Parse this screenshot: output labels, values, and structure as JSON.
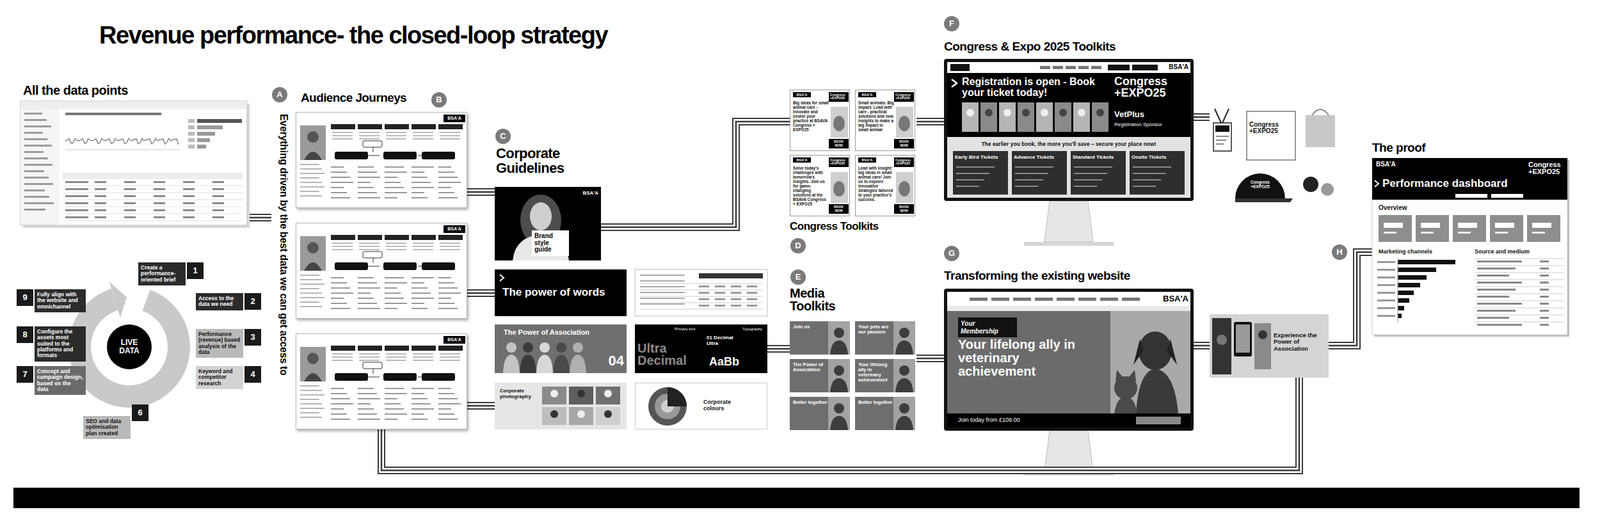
{
  "diagram": {
    "title": "Revenue performance- the closed-loop strategy",
    "nodes": [
      {
        "text": [
          "All the data points"
        ]
      },
      {
        "text": [
          "LIVE DATA"
        ]
      },
      {
        "text": [
          "1",
          "Create a performance-oriented brief"
        ]
      },
      {
        "text": [
          "2",
          "Access to the data we need"
        ]
      },
      {
        "text": [
          "3",
          "Performance (revenue) based analysis of the data"
        ]
      },
      {
        "text": [
          "4",
          "Keyword and competitor research"
        ]
      },
      {
        "text": [
          "6",
          "SEO and data optimisation plan created"
        ]
      },
      {
        "text": [
          "7",
          "Concept and campaign design, based on the data"
        ]
      },
      {
        "text": [
          "8",
          "Configure the assets most suited to the platforms and formats"
        ]
      },
      {
        "text": [
          "9",
          "Fully align with the website and omnichannel"
        ]
      },
      {
        "text": [
          "A"
        ]
      },
      {
        "text": [
          "Audience Journeys"
        ]
      },
      {
        "text": [
          "BSA'A"
        ],
        "in": 11
      },
      {
        "text": [
          "BSA'A"
        ],
        "in": 11
      },
      {
        "text": [
          "BSA'A"
        ],
        "in": 11
      },
      {
        "text": [
          "B"
        ]
      },
      {
        "text": [
          "C"
        ]
      },
      {
        "text": [
          "Corporate Guidelines"
        ]
      },
      {
        "text": [
          "BSA'A",
          "Brand style guide"
        ],
        "in": 17
      },
      {
        "text": [
          "The power of words"
        ],
        "in": 17
      },
      {
        "text": [
          "The Power of Association",
          "04"
        ],
        "in": 17
      },
      {
        "text": [
          "Primary font",
          "Typography",
          "01 Decimal Ultra",
          "Ultra Decimal",
          "AaBb"
        ],
        "in": 17
      },
      {
        "text": [
          "Corporate photography"
        ],
        "in": 17
      },
      {
        "text": [
          "Corporate colours"
        ],
        "in": 17
      },
      {
        "text": [
          "Congress Toolkits"
        ]
      },
      {
        "text": [
          "BSA'A",
          "Congress +EXPO25",
          "Big ideas for small animal care - innovate and evolve your practice at BSAVA Congress + EXPO25",
          "BOOK NOW"
        ],
        "in": 24
      },
      {
        "text": [
          "BSA'A",
          "Congress +EXPO25",
          "Small animals. Big impact. Lead with care - practical solutions and new insights to make a big impact in small animal",
          "BOOK NOW"
        ],
        "in": 24
      },
      {
        "text": [
          "BSA'A",
          "Congress +EXPO25",
          "Solve today's challenges with tomorrow's insights. Join us for game-changing solutions at the BSAVA Congress + EXPO25",
          "BOOK NOW"
        ],
        "in": 24
      },
      {
        "text": [
          "BSA'A",
          "Congress +EXPO25",
          "Lead with insight: big ideas in small animal care! Join us to explore innovative strategies tailored to your practice's success.",
          "BOOK NOW"
        ],
        "in": 24
      },
      {
        "text": [
          "D"
        ]
      },
      {
        "text": [
          "E"
        ]
      },
      {
        "text": [
          "Media Toolkits"
        ]
      },
      {
        "text": [
          "Join us"
        ],
        "in": 31
      },
      {
        "text": [
          "Your pets are our passion"
        ],
        "in": 31
      },
      {
        "text": [
          "The Power of Association"
        ],
        "in": 31
      },
      {
        "text": [
          "Your lifelong ally in veterinary achievement"
        ],
        "in": 31
      },
      {
        "text": [
          "Better together"
        ],
        "in": 31
      },
      {
        "text": [
          "Better together"
        ],
        "in": 31
      },
      {
        "text": [
          "F"
        ]
      },
      {
        "text": [
          "Congress & Expo 2025 Toolkits",
          "BSA'A",
          "Registration is open - Book your ticket today!",
          "Congress +EXPO25",
          "VetPlus",
          "Registration Sponsor",
          "The earlier you book, the more you'll save – secure your place now!",
          "Early Bird Tickets",
          "Advance Tickets",
          "Standard Tickets",
          "Onsite Tickets"
        ]
      },
      {
        "text": [
          "Congress +EXPO25",
          "Congress +EXPO25"
        ]
      },
      {
        "text": [
          "G"
        ]
      },
      {
        "text": [
          "Transforming the existing website",
          "BSA'A",
          "Your Membership",
          "Your lifelong ally in veterinary achievement",
          "Join today from £109.00"
        ]
      },
      {
        "text": [
          "Experience the Power of Association"
        ]
      },
      {
        "text": [
          "H"
        ]
      },
      {
        "text": [
          "The proof",
          "BSA'A",
          "Performance dashboard",
          "Congress +EXPO25",
          "Overview",
          "Marketing channels",
          "Source and medium"
        ]
      }
    ],
    "edges": [
      {
        "from": 0,
        "to": 11,
        "arrow": "none"
      },
      {
        "from": 12,
        "to": 18,
        "arrow": "none"
      },
      {
        "from": 13,
        "to": 19,
        "arrow": "none"
      },
      {
        "from": 14,
        "to": 22,
        "arrow": "none"
      },
      {
        "from": 18,
        "to": 24,
        "arrow": "none"
      },
      {
        "from": 21,
        "to": 31,
        "arrow": "none"
      },
      {
        "from": 24,
        "to": 39,
        "arrow": "none"
      },
      {
        "from": 31,
        "to": 42,
        "arrow": "none"
      },
      {
        "from": 39,
        "to": 40,
        "arrow": "none"
      },
      {
        "from": 42,
        "to": 43,
        "arrow": "none"
      },
      {
        "from": 43,
        "to": 45,
        "arrow": "none"
      },
      {
        "from": 14,
        "to": 43,
        "arrow": "none"
      }
    ],
    "labels": [
      "Everything driven by the best data we can get access to"
    ]
  }
}
